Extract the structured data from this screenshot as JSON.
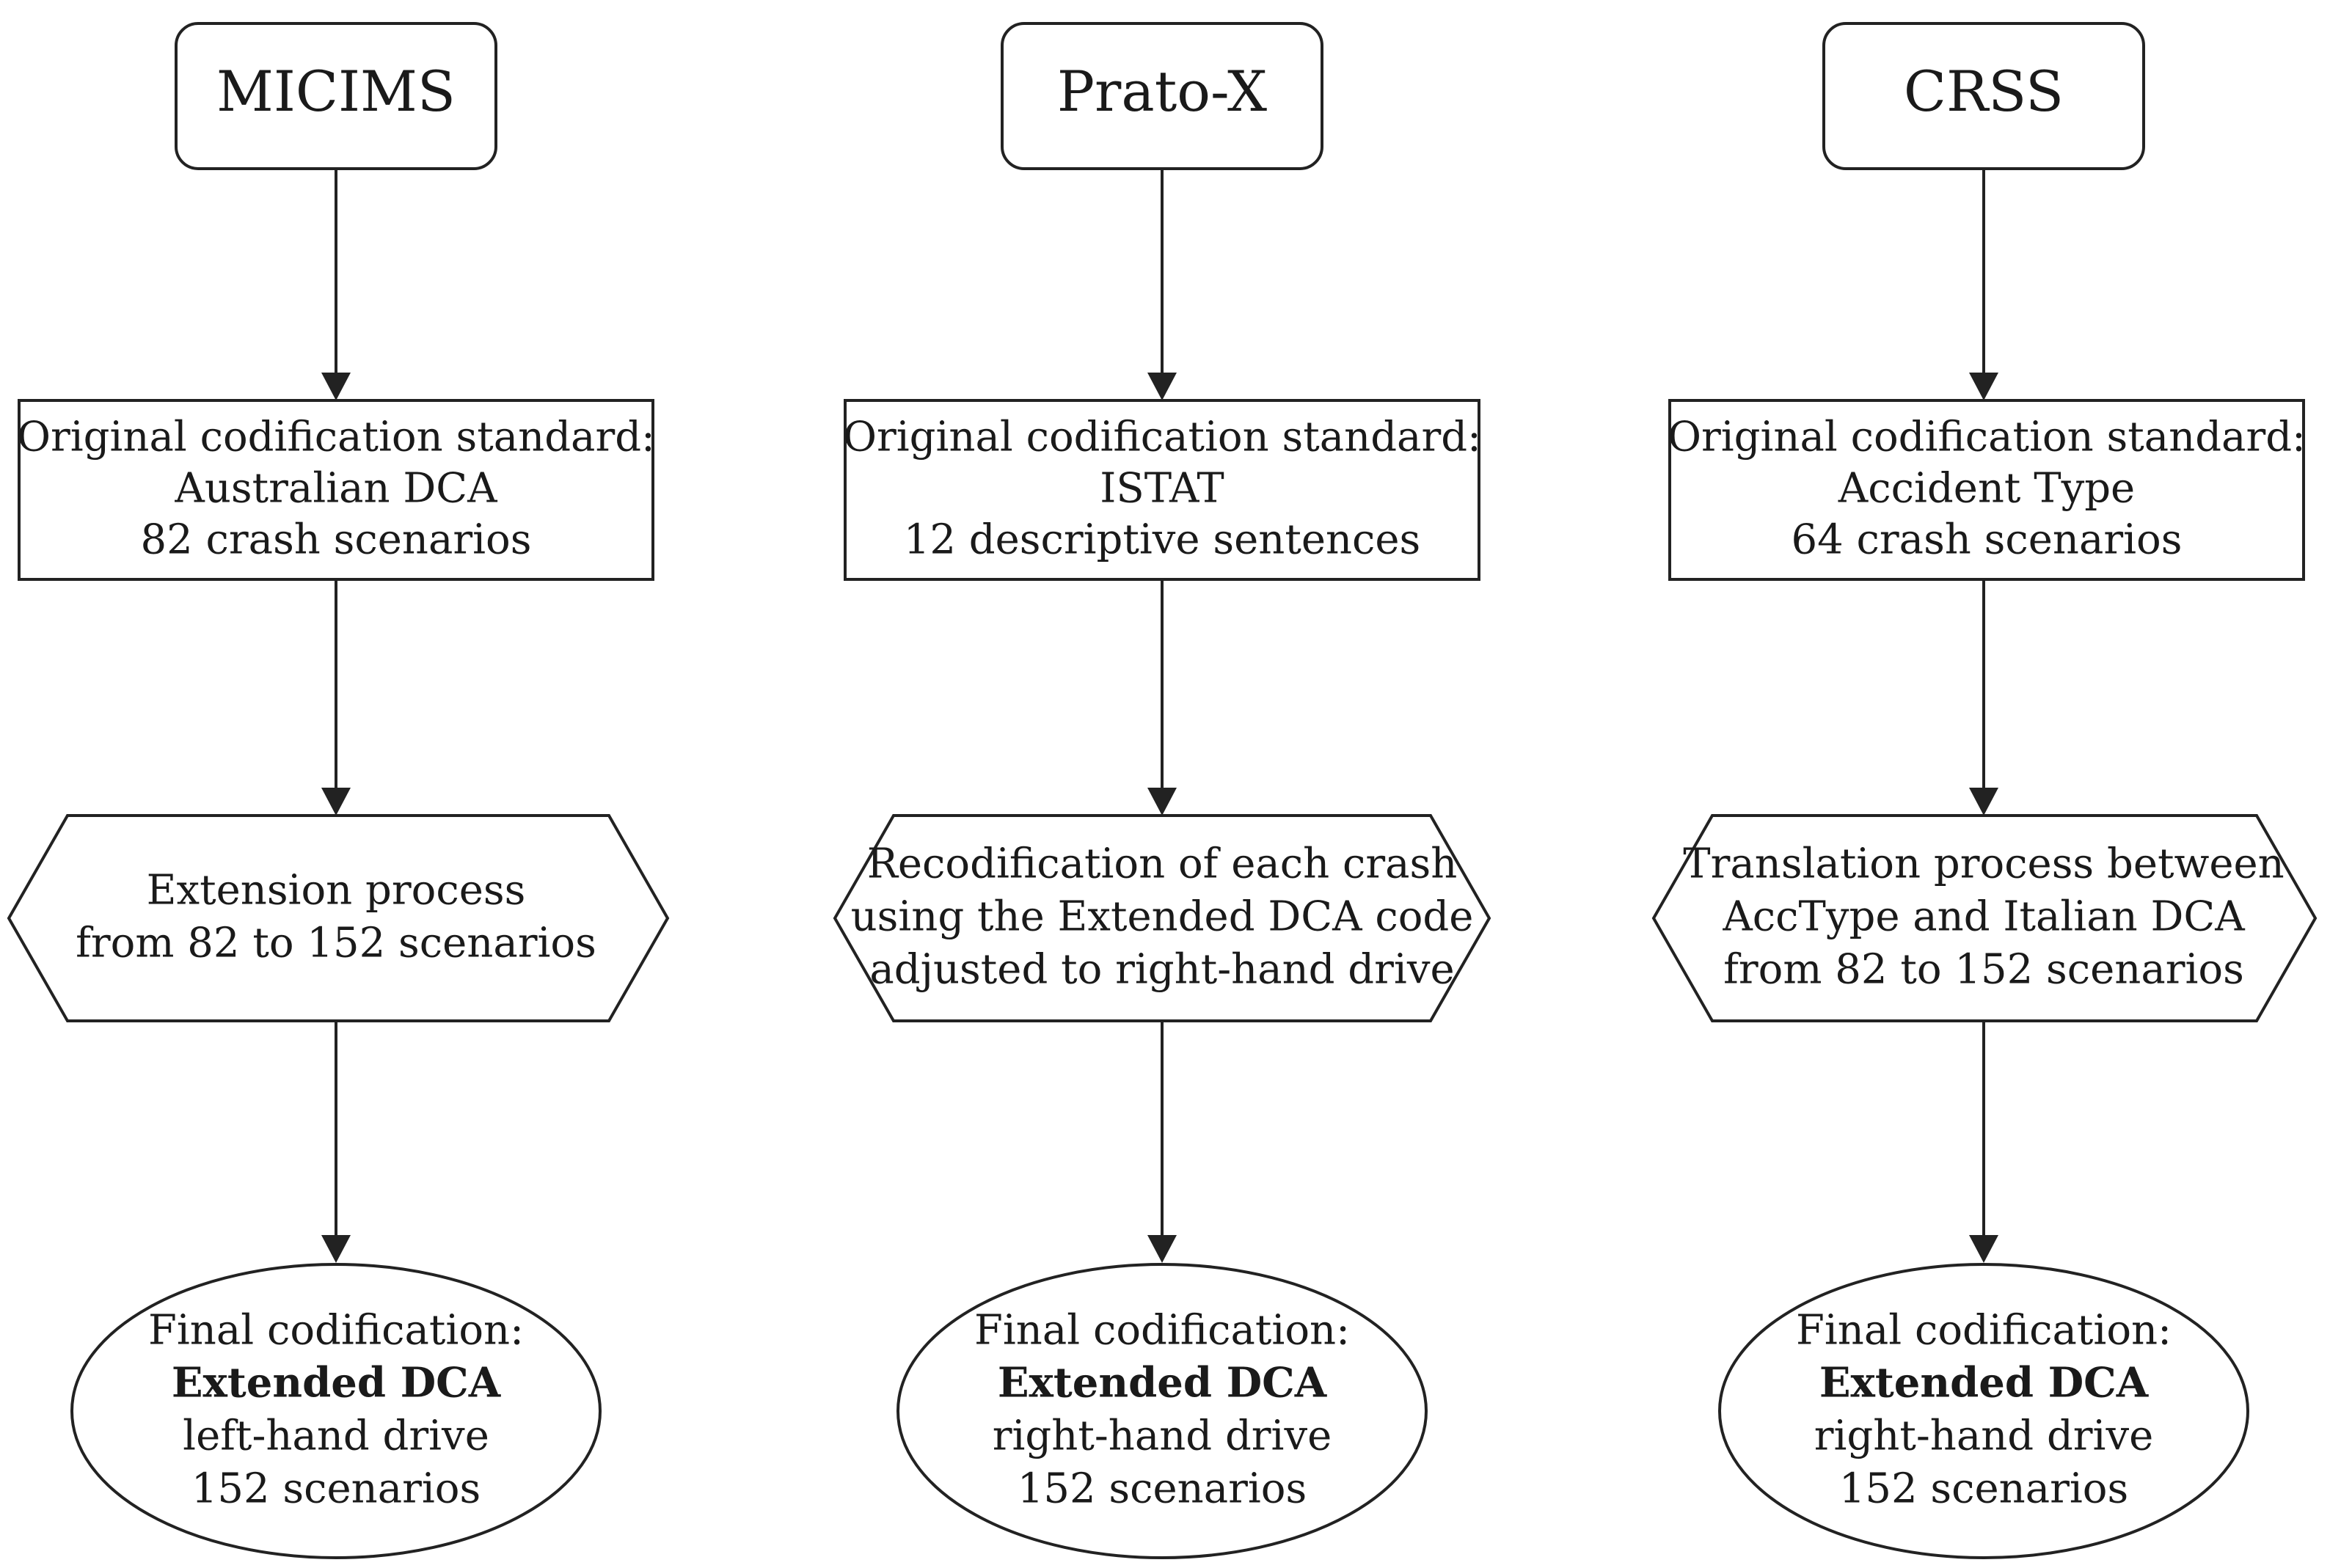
{
  "columns": [
    {
      "source": "MICIMS",
      "standard": [
        "Original codification standard:",
        "Australian DCA",
        "82 crash scenarios"
      ],
      "process": [
        "Extension process",
        "from 82 to 152 scenarios"
      ],
      "final": {
        "line1": "Final codification:",
        "line2": "Extended DCA",
        "line3": "left-hand drive",
        "line4": "152 scenarios"
      }
    },
    {
      "source": "Prato-X",
      "standard": [
        "Original codification standard:",
        "ISTAT",
        "12 descriptive sentences"
      ],
      "process": [
        "Recodification of each crash",
        "using the Extended DCA code",
        "adjusted to right-hand drive"
      ],
      "final": {
        "line1": "Final codification:",
        "line2": "Extended DCA",
        "line3": "right-hand drive",
        "line4": "152 scenarios"
      }
    },
    {
      "source": "CRSS",
      "standard": [
        "Original codification standard:",
        "Accident Type",
        "64 crash scenarios"
      ],
      "process": [
        "Translation process between",
        "AccType and Italian DCA",
        "from 82 to 152 scenarios"
      ],
      "final": {
        "line1": "Final codification:",
        "line2": "Extended DCA",
        "line3": "right-hand drive",
        "line4": "152 scenarios"
      }
    }
  ]
}
